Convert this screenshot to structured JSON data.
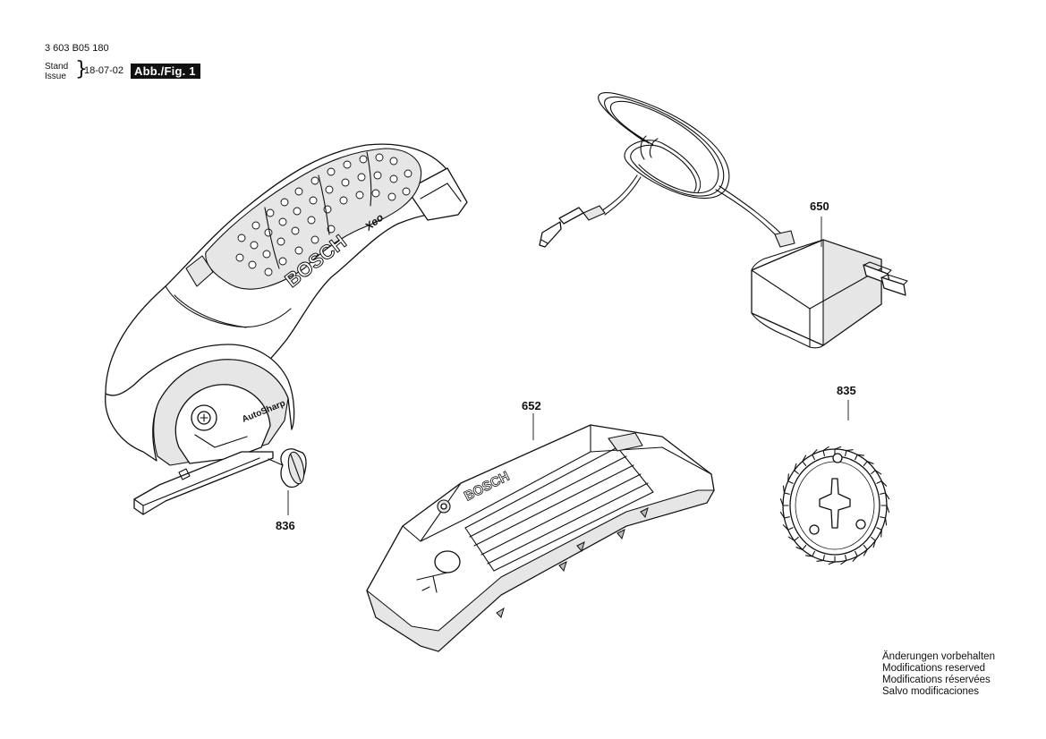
{
  "header": {
    "part_number": "3 603 B05 180",
    "stand_label": "Stand",
    "issue_label": "Issue",
    "brace": "}",
    "date": "18-07-02",
    "figure_label": "Abb./Fig. 1"
  },
  "tool": {
    "brand": "BOSCH",
    "model": "Xeo",
    "blade_label": "AutoSharp"
  },
  "insert": {
    "brand": "BOSCH"
  },
  "callouts": {
    "charger": "650",
    "insert": "652",
    "blade": "835",
    "screw": "836"
  },
  "notes": [
    "Änderungen vorbehalten",
    "Modifications reserved",
    "Modifications réservées",
    "Salvo modificaciones"
  ]
}
